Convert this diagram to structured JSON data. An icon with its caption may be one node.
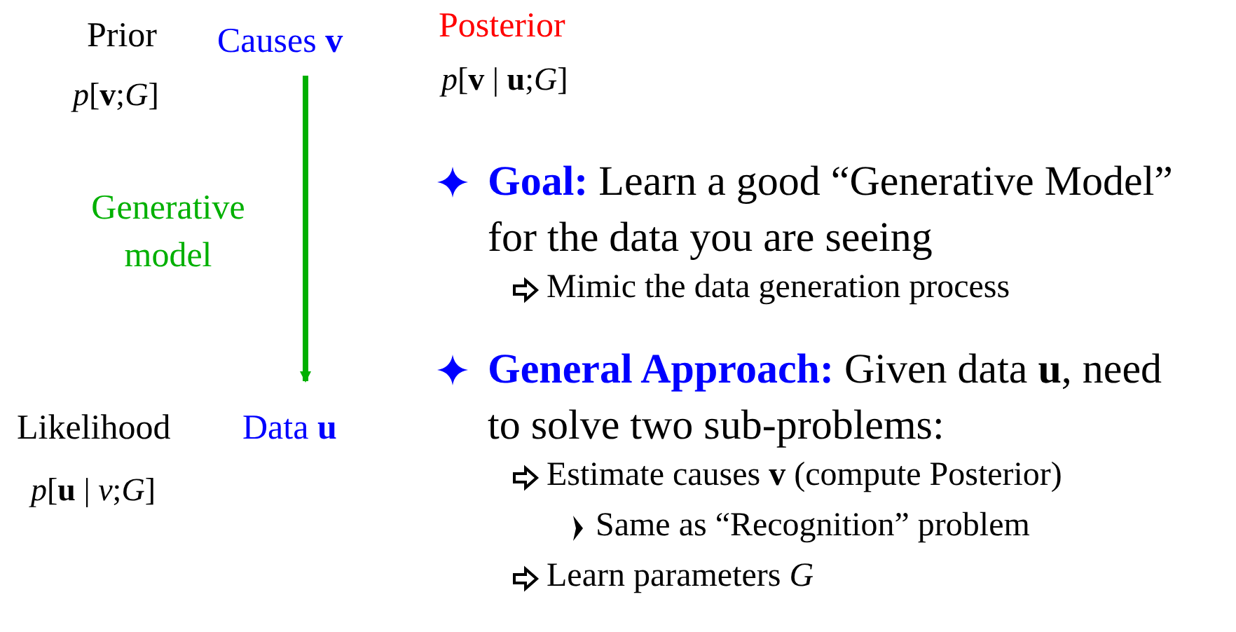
{
  "diagram": {
    "nodes": [
      {
        "text": [
          "Causes **v**"
        ]
      },
      {
        "text": [
          "Data **u**"
        ]
      }
    ],
    "edges": [
      {
        "from": 0,
        "to": 1,
        "arrow": "to",
        "label": "Generative model",
        "color": "#00b000"
      }
    ],
    "labels": [
      "Prior",
      "*p*[**v**;*G*]",
      "Posterior",
      "*p*[**v** | **u**;*G*]",
      "**Goal:** Learn a good “Generative Model” for the data you are seeing",
      "Mimic the data generation process",
      "Likelihood",
      "*p*[**u** | *v*;*G*]",
      "**General Approach:** Given data **u**, need to solve two sub-problems:",
      "Estimate causes **v** (compute Posterior)",
      "Same as “Recognition” problem",
      "Learn parameters *G*"
    ]
  }
}
